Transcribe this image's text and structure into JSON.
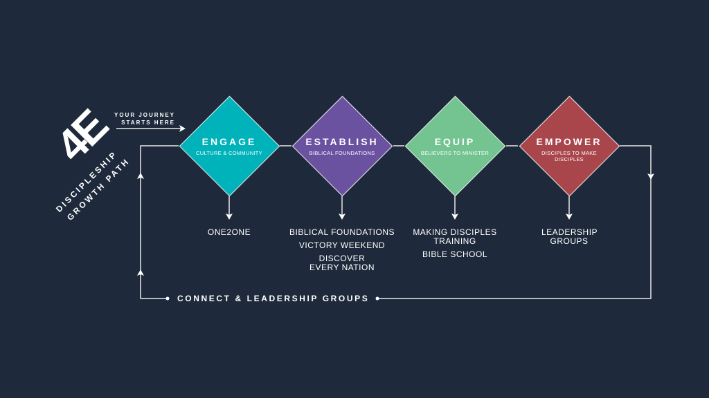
{
  "logo": {
    "mark": "4E",
    "line1": "DISCIPLESHIP",
    "line2": "GROWTH PATH"
  },
  "journey": {
    "line1": "YOUR JOURNEY",
    "line2": "STARTS HERE"
  },
  "stages": [
    {
      "title": "ENGAGE",
      "subtitle": "CULTURE & COMMUNITY",
      "color": "#00b2b9",
      "items": [
        "ONE2ONE"
      ]
    },
    {
      "title": "ESTABLISH",
      "subtitle": "BIBLICAL FOUNDATIONS",
      "color": "#6b52a1",
      "items": [
        "BIBLICAL FOUNDATIONS",
        "VICTORY WEEKEND",
        "DISCOVER EVERY NATION"
      ]
    },
    {
      "title": "EQUIP",
      "subtitle": "BELIEVERS TO MINISTER",
      "color": "#73c490",
      "items": [
        "MAKING DISCIPLES TRAINING",
        "BIBLE SCHOOL"
      ]
    },
    {
      "title": "EMPOWER",
      "subtitle": "DISCIPLES TO MAKE DISCIPLES",
      "color": "#a8464c",
      "items": [
        "LEADERSHIP GROUPS"
      ]
    }
  ],
  "loop_label": "CONNECT & LEADERSHIP GROUPS"
}
